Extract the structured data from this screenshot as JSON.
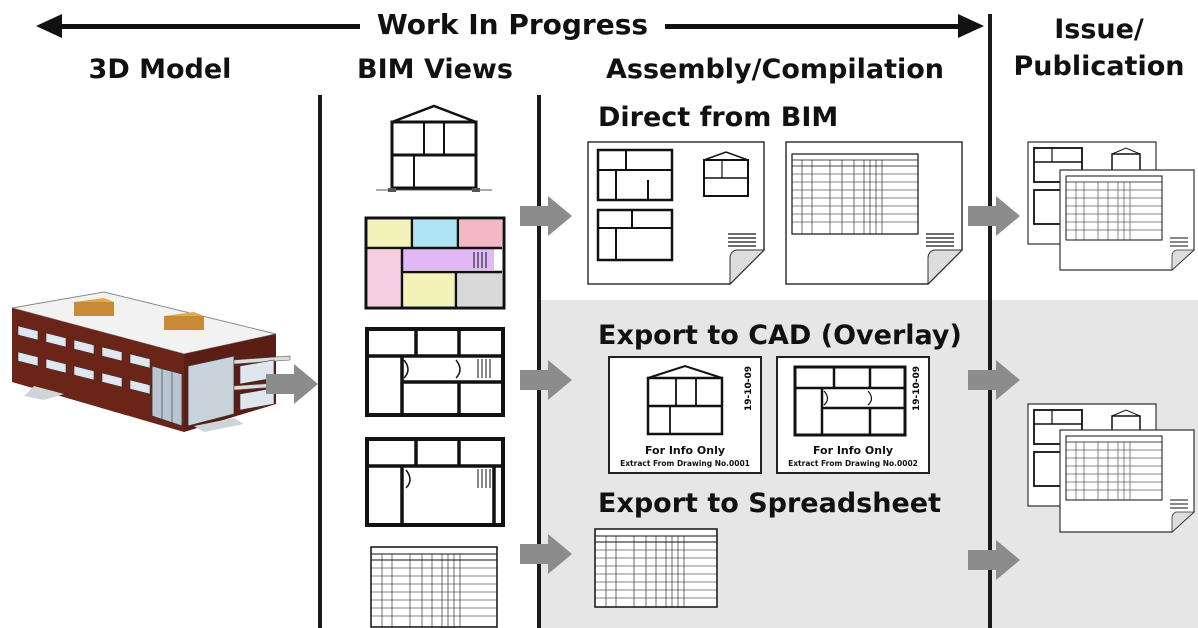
{
  "header": {
    "work_in_progress": "Work In Progress",
    "col_3d_model": "3D Model",
    "col_bim_views": "BIM Views",
    "col_assembly": "Assembly/Compilation",
    "col_issue_line1": "Issue/",
    "col_issue_line2": "Publication"
  },
  "sections": {
    "direct": "Direct from BIM",
    "cad": "Export to CAD (Overlay)",
    "spreadsheet": "Export to Spreadsheet"
  },
  "cad_sheets": [
    {
      "date": "19-10-09",
      "info": "For Info Only",
      "extract": "Extract From Drawing No.0001"
    },
    {
      "date": "19-10-09",
      "info": "For Info Only",
      "extract": "Extract From Drawing No.0002"
    }
  ],
  "colors": {
    "arrow_gray": "#8c8c8c",
    "zone_gray": "#e6e6e6",
    "room_yellow": "#f3f2b8",
    "room_cyan": "#aee4f3",
    "room_pink": "#f4b8c4",
    "room_violet": "#e0b8f3",
    "room_rose": "#f6cfe3",
    "room_gray": "#d9d9d9",
    "brick": "#6b2418"
  },
  "icons": [
    "building-model-icon",
    "section-view-icon",
    "color-plan-icon",
    "floor-plan-icon",
    "schedule-table-icon"
  ]
}
